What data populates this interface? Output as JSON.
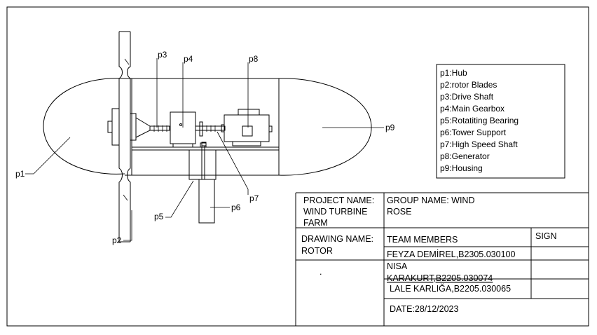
{
  "part_labels": {
    "p1": "p1",
    "p2": "p2",
    "p3": "p3",
    "p4": "p4",
    "p5": "p5",
    "p6": "p6",
    "p7": "p7",
    "p8": "p8",
    "p9": "p9"
  },
  "legend": [
    "p1:Hub",
    "p2:rotor Blades",
    "p3:Drive Shaft",
    "p4:Main Gearbox",
    "p5:Rotatiting Bearing",
    "p6:Tower Support",
    "p7:High Speed Shaft",
    "p8:Generator",
    "p9:Housing"
  ],
  "title_block": {
    "project_label_1": "PROJECT NAME:",
    "project_label_2": "WIND TURBINE",
    "project_label_3": "FARM",
    "group_label_1": "GROUP NAME: WIND",
    "group_label_2": "ROSE",
    "drawing_label_1": "DRAWING NAME:",
    "drawing_label_2": "ROTOR",
    "team_header": "TEAM MEMBERS",
    "sign_header": "SIGN",
    "member_1": "FEYZA DEMİREL,B2305.030100",
    "member_2a": "NISA",
    "member_2b": "KARAKURT,B2205.030074",
    "member_3": "LALE KARLIĞA,B2205.030065",
    "dot": ".",
    "date": "DATE:28/12/2023"
  }
}
